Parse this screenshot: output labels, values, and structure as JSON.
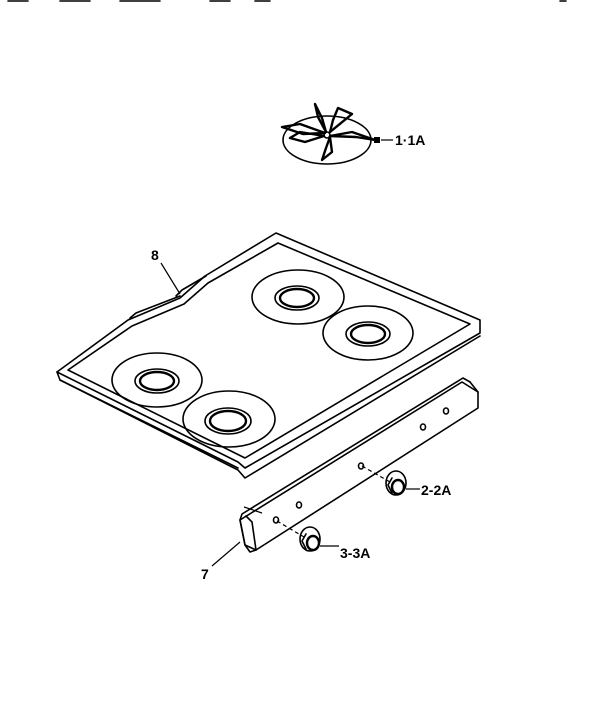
{
  "callouts": {
    "grate": "1·1A",
    "cooktop": "8",
    "knob_right": "2-2A",
    "knob_left": "3-3A",
    "manifold_panel": "7"
  },
  "colors": {
    "ink": "#000000",
    "paper": "#ffffff"
  }
}
